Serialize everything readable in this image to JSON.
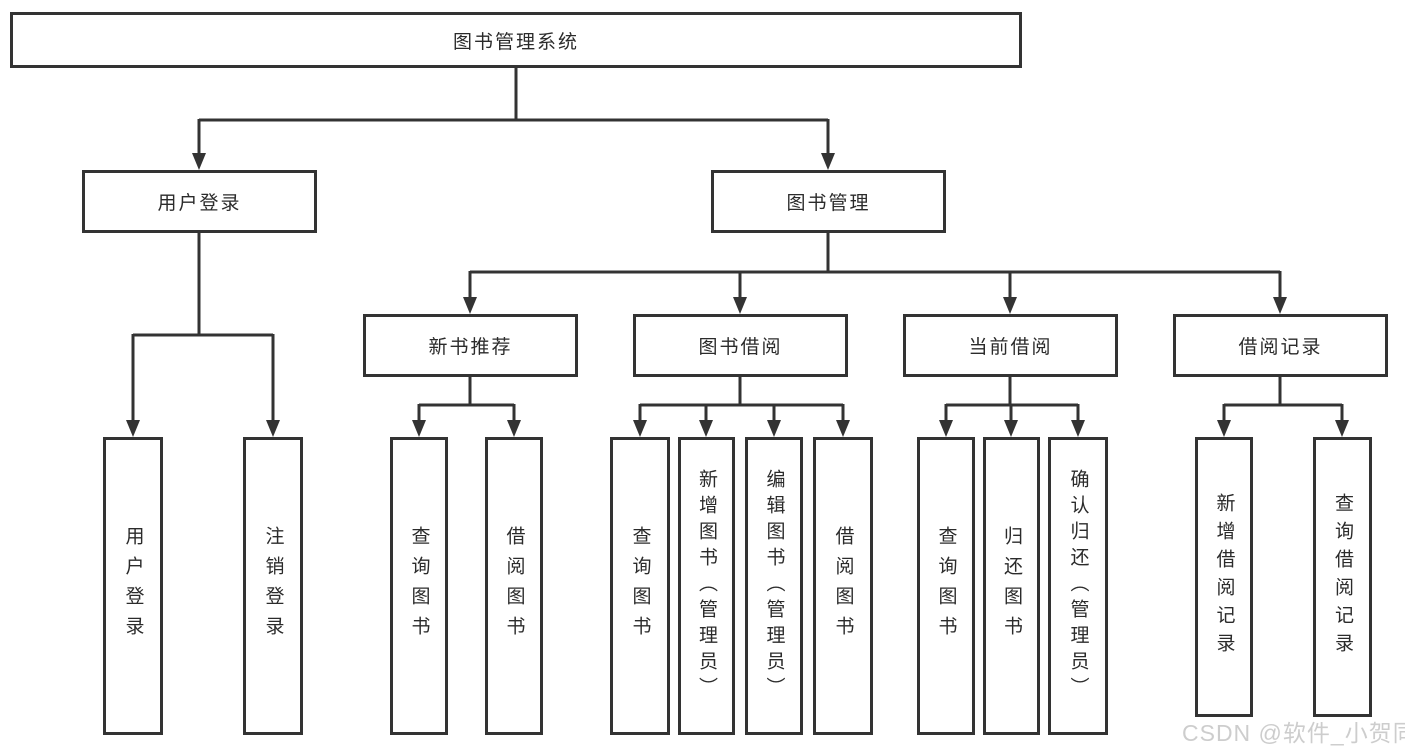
{
  "title": "图书管理系统",
  "watermark": "CSDN @软件_小贺同学",
  "colors": {
    "line": "#333333",
    "box_border": "#333333",
    "text": "#2b2b2b",
    "background": "#ffffff",
    "watermark": "#cbcbcb"
  },
  "tree": {
    "root": "图书管理系统",
    "branches": [
      {
        "label": "用户登录",
        "leaves": [
          "用户登录",
          "注销登录"
        ]
      },
      {
        "label": "图书管理",
        "groups": [
          {
            "label": "新书推荐",
            "leaves": [
              "查询图书",
              "借阅图书"
            ]
          },
          {
            "label": "图书借阅",
            "leaves": [
              "查询图书",
              "新增图书（管理员）",
              "编辑图书（管理员）",
              "借阅图书"
            ]
          },
          {
            "label": "当前借阅",
            "leaves": [
              "查询图书",
              "归还图书",
              "确认归还（管理员）"
            ]
          },
          {
            "label": "借阅记录",
            "leaves": [
              "新增借阅记录",
              "查询借阅记录"
            ]
          }
        ]
      }
    ]
  }
}
